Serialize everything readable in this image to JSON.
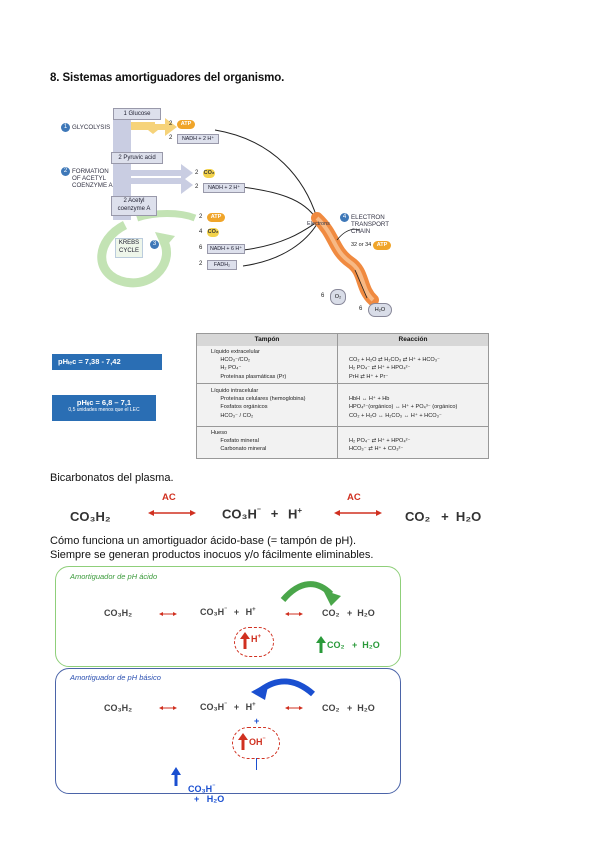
{
  "title": "8. Sistemas amortiguadores del organismo.",
  "diagram": {
    "glucose": "1 Glucose",
    "pyruvic": "2 Pyruvic acid",
    "acetyl": "2 Acetyl\ncoenzyme A",
    "krebs": "KREBS\nCYCLE",
    "step1": "1",
    "step1_label": "GLYCOLYSIS",
    "step2": "2",
    "step2_label": "FORMATION\nOF ACETYL\nCOENZYME A",
    "step3": "3",
    "step4": "4",
    "step4_label": "ELECTRON\nTRANSPORT\nCHAIN",
    "electrons": "Electrons",
    "atp": "ATP",
    "co2": "CO₂",
    "nadh_gly": "NADH + 2 H⁺",
    "nadh_acetyl": "NADH + 2 H⁺",
    "nadh_krebs": "NADH + 6 H⁺",
    "fadh": "FADH₂",
    "n2": "2",
    "n4": "4",
    "n6": "6",
    "etc_atp": "32 or 34",
    "o2": "O₂",
    "h2o": "H₂O"
  },
  "ph_lec": "pHₗₑc = 7,38 - 7,42",
  "ph_lic": "pHₗᵢc = 6,8 – 7,1",
  "ph_lic_note": "0,5 unidades menos que el LEC",
  "table": {
    "headers": [
      "Tampón",
      "Reacción"
    ],
    "sections": [
      {
        "left": "Líquido extracelular\n      HCO₃⁻/CO₂\n      H₂ PO₄⁻\n      Proteínas plasmáticas (Pr)",
        "right": "\nCO₂ + H₂O ⇄ H₂CO₃ ⇄ H⁺ + HCO₃⁻\nH₂ PO₄⁻ ⇄ H⁺ + HPO₄²⁻\nPrH ⇄ H⁺ + Pr⁻"
      },
      {
        "left": "Líquido intracelular\n      Proteínas celulares (hemoglobina)\n      Fosfatos orgánicos\n      HCO₃⁻ / CO₂",
        "right": "\nHbH ↔ H⁺ + Hb\nHPO₄²⁻(orgánico) ↔ H⁺ + PO₄³⁻ (orgánico)\nCO₂ + H₂O ↔ H₂CO₃ ↔ H⁺ + HCO₃⁻"
      },
      {
        "left": "Hueso\n      Fosfato mineral\n      Carbonato mineral",
        "right": "\nH₂ PO₄⁻ ⇄ H⁺ + HPO₄²⁻\nHCO₃⁻ ⇄ H⁺ + CO₃²⁻"
      }
    ]
  },
  "bicarb_title": "Bicarbonatos del plasma.",
  "bicarb": {
    "left": "CO₃H₂",
    "mid": "CO₃H",
    "minus": "⁻",
    "plus": "+",
    "h": "H",
    "hplus": "+",
    "right": "CO₂   +  H₂O",
    "ac": "AC"
  },
  "explain1": "Cómo funciona un amortiguador ácido-base (= tampón de pH).",
  "explain2": "Siempre se generan productos inocuos y/o fácilmente eliminables.",
  "acid_panel": {
    "title": "Amortiguador de pH ácido",
    "left": "CO₃H₂",
    "mid": "CO₃H",
    "mid_minus": "⁻",
    "plus": "+",
    "h": "H",
    "hplus": "+",
    "right": "CO₂   +  H₂O",
    "ion": "H",
    "ion_sup": "+",
    "prod": "CO₂   +  H₂O",
    "accent": "#3a9a3a"
  },
  "base_panel": {
    "title": "Amortiguador de pH básico",
    "left": "CO₃H₂",
    "mid": "CO₃H",
    "mid_minus": "⁻",
    "plus": "+",
    "h": "H",
    "hplus": "+",
    "right": "CO₂   +  H₂O",
    "under_plus": "+",
    "ion": "OH",
    "ion_sup": "⁻",
    "prod": "CO₃H",
    "prod_minus": "⁻",
    "prod_rest": "+   H₂O",
    "accent": "#2a4fb0"
  }
}
